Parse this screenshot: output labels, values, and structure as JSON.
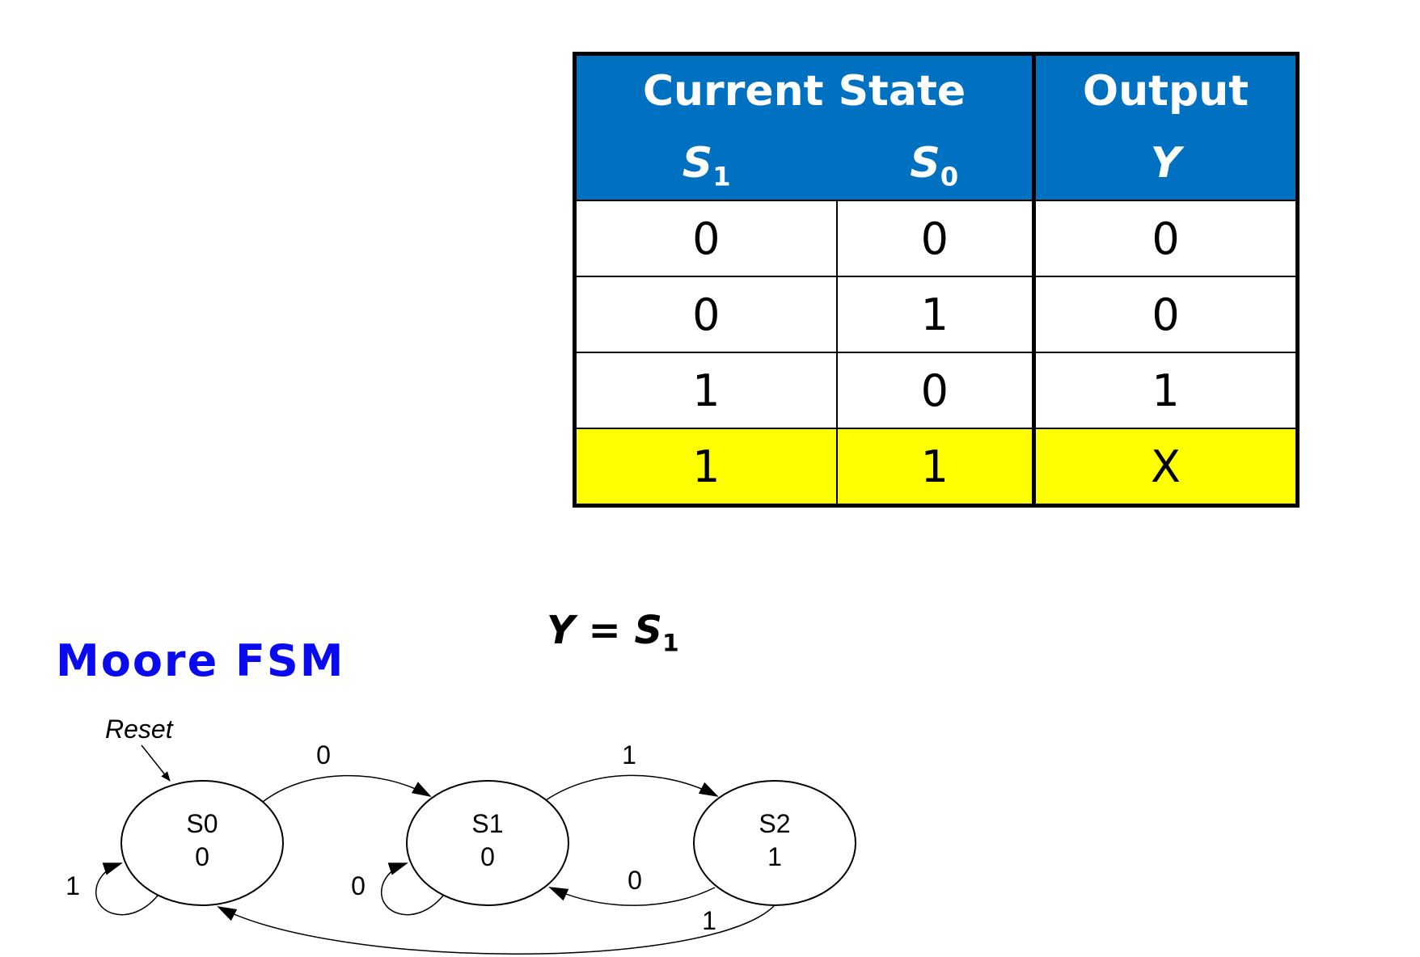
{
  "table": {
    "group_headers": [
      "Current State",
      "Output"
    ],
    "columns": [
      {
        "name": "S",
        "sub": "1"
      },
      {
        "name": "S",
        "sub": "0"
      },
      {
        "name": "Y",
        "sub": ""
      }
    ],
    "rows": [
      {
        "cells": [
          "0",
          "0",
          "0"
        ],
        "highlight": false
      },
      {
        "cells": [
          "0",
          "1",
          "0"
        ],
        "highlight": false
      },
      {
        "cells": [
          "1",
          "0",
          "1"
        ],
        "highlight": false
      },
      {
        "cells": [
          "1",
          "1",
          "X"
        ],
        "highlight": true
      }
    ],
    "header_color": "#0070c0",
    "highlight_color": "#ffff00"
  },
  "equation": {
    "lhs": "Y",
    "eq": " = ",
    "rhs": "S",
    "rhs_sub": "1"
  },
  "fsm": {
    "title": "Moore FSM",
    "title_color": "#0a0aee",
    "reset_label": "Reset",
    "states": [
      {
        "name": "S0",
        "output": "0"
      },
      {
        "name": "S1",
        "output": "0"
      },
      {
        "name": "S2",
        "output": "1"
      }
    ],
    "transitions": [
      {
        "from": "S0",
        "to": "S0",
        "label": "1"
      },
      {
        "from": "S0",
        "to": "S1",
        "label": "0"
      },
      {
        "from": "S1",
        "to": "S1",
        "label": "0"
      },
      {
        "from": "S1",
        "to": "S2",
        "label": "1"
      },
      {
        "from": "S2",
        "to": "S1",
        "label": "0"
      },
      {
        "from": "S2",
        "to": "S0",
        "label": "1"
      }
    ]
  }
}
